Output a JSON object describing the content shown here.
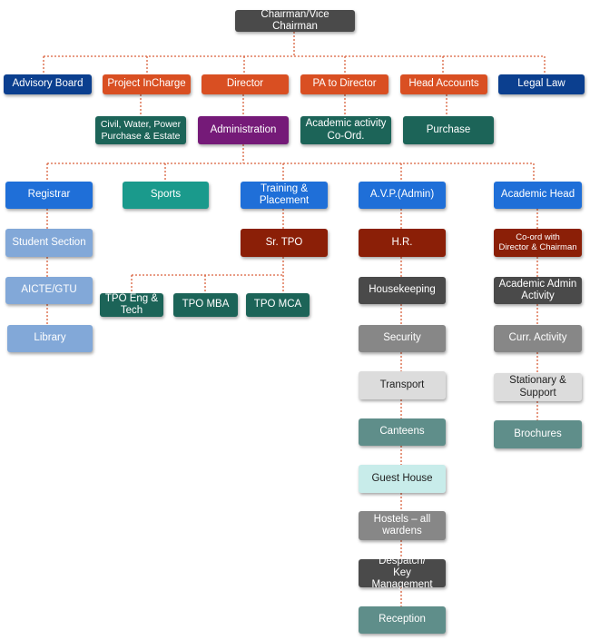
{
  "colors": {
    "grey_dark": "#4a4a4a",
    "navy": "#0b3f8f",
    "orange": "#d94f22",
    "teal_dark": "#1c6458",
    "purple": "#751a78",
    "blue": "#1f6fd8",
    "teal": "#1a9a8c",
    "light_blue": "#82a8d8",
    "maroon": "#8b1f07",
    "grey": "#878787",
    "light_grey": "#dcdcdc",
    "grey_teal": "#5f8e8a",
    "pale_cyan": "#c8ecea",
    "connector": "#d9603c"
  },
  "nodes": {
    "chairman": "Chairman/Vice Chairman",
    "advisory_board": "Advisory Board",
    "project_incharge": "Project InCharge",
    "director": "Director",
    "pa_to_director": "PA to Director",
    "head_accounts": "Head Accounts",
    "legal_law": "Legal Law",
    "civil_water_power": "Civil, Water, Power\nPurchase & Estate",
    "administration": "Administration",
    "academic_activity_coord": "Academic activity\nCo-Ord.",
    "purchase": "Purchase",
    "registrar": "Registrar",
    "sports": "Sports",
    "training_placement": "Training &\nPlacement",
    "avp_admin": "A.V.P.(Admin)",
    "academic_head": "Academic Head",
    "student_section": "Student Section",
    "aicte_gtu": "AICTE/GTU",
    "library": "Library",
    "sr_tpo": "Sr. TPO",
    "tpo_eng_tech": "TPO Eng &\nTech",
    "tpo_mba": "TPO MBA",
    "tpo_mca": "TPO MCA",
    "hr": "H.R.",
    "housekeeping": "Housekeeping",
    "security": "Security",
    "transport": "Transport",
    "canteens": "Canteens",
    "guest_house": "Guest House",
    "hostels": "Hostels – all\nwardens",
    "despatch": "Despatch/\nKey Management",
    "reception": "Reception",
    "coord_director_chairman": "Co-ord with\nDirector & Chairman",
    "academic_admin_activity": "Academic Admin\nActivity",
    "curr_activity": "Curr. Activity",
    "stationary_support": "Stationary &\nSupport",
    "brochures": "Brochures"
  }
}
